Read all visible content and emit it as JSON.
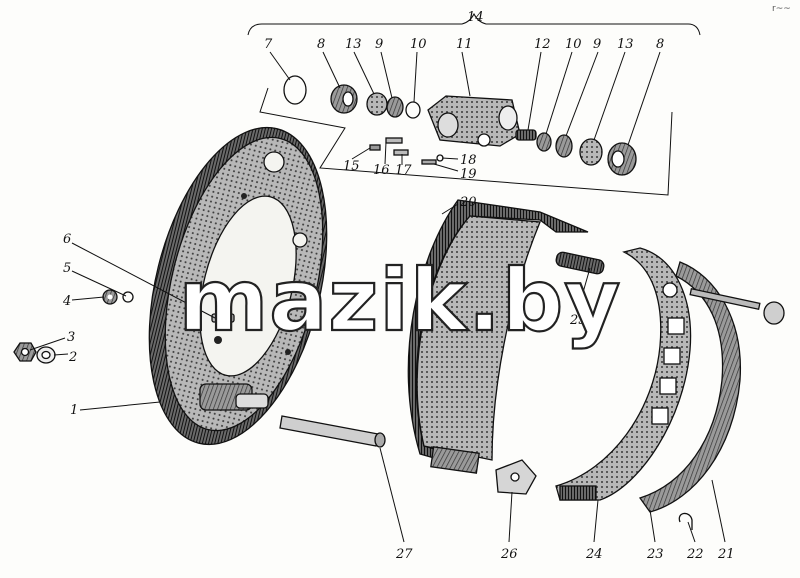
{
  "corner_mark": "r~~",
  "watermark": "mazik.by",
  "callouts": [
    {
      "label": "14"
    },
    {
      "label": "7"
    },
    {
      "label": "8"
    },
    {
      "label": "13"
    },
    {
      "label": "9"
    },
    {
      "label": "10"
    },
    {
      "label": "11"
    },
    {
      "label": "12"
    },
    {
      "label": "10"
    },
    {
      "label": "9"
    },
    {
      "label": "13"
    },
    {
      "label": "8"
    },
    {
      "label": "15"
    },
    {
      "label": "16"
    },
    {
      "label": "17"
    },
    {
      "label": "18"
    },
    {
      "label": "19"
    },
    {
      "label": "20"
    },
    {
      "label": "6"
    },
    {
      "label": "5"
    },
    {
      "label": "4"
    },
    {
      "label": "3"
    },
    {
      "label": "2"
    },
    {
      "label": "1"
    },
    {
      "label": "25"
    },
    {
      "label": "27"
    },
    {
      "label": "26"
    },
    {
      "label": "24"
    },
    {
      "label": "23"
    },
    {
      "label": "22"
    },
    {
      "label": "21"
    }
  ]
}
